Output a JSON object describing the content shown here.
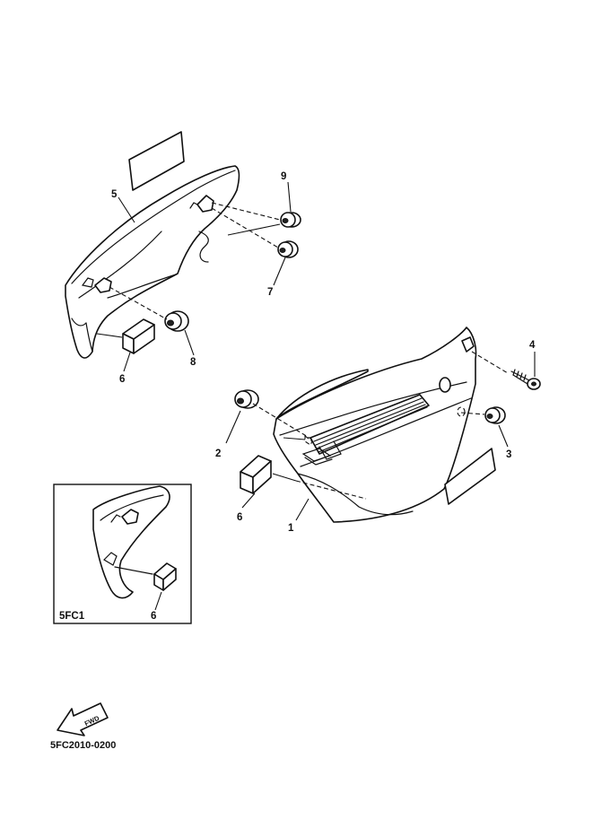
{
  "callouts": {
    "c1": "1",
    "c2": "2",
    "c3": "3",
    "c4": "4",
    "c5": "5",
    "c6_left": "6",
    "c6_right": "6",
    "c6_inset": "6",
    "c7": "7",
    "c8": "8",
    "c9": "9"
  },
  "inset": {
    "label": "5FC1"
  },
  "direction": {
    "label": "FWD"
  },
  "footer": {
    "drawing_code": "5FC2010-0200"
  }
}
